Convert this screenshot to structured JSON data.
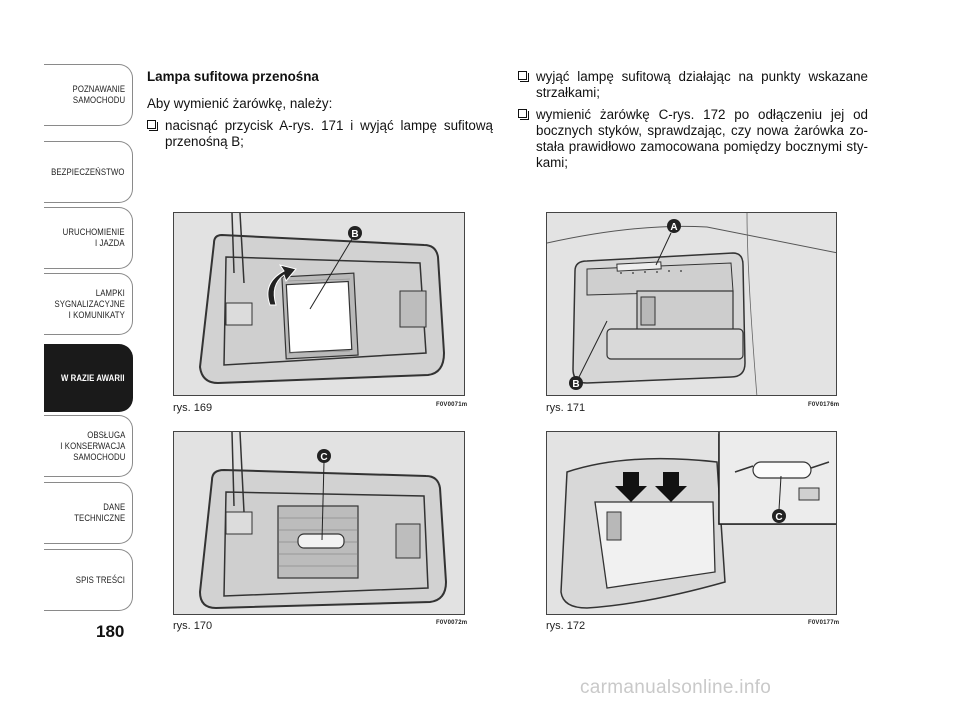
{
  "sidebar": {
    "tabs": [
      {
        "label": "POZNAWANIE\nSAMOCHODU",
        "active": false
      },
      {
        "label": "BEZPIECZEŃSTWO",
        "active": false
      },
      {
        "label": "URUCHOMIENIE\nI JAZDA",
        "active": false
      },
      {
        "label": "LAMPKI\nSYGNALIZACYJNE\nI KOMUNIKATY",
        "active": false
      },
      {
        "label": "W RAZIE AWARII",
        "active": true
      },
      {
        "label": "OBSŁUGA\nI KONSERWACJA\nSAMOCHODU",
        "active": false
      },
      {
        "label": "DANE\nTECHNICZNE",
        "active": false
      },
      {
        "label": "SPIS TREŚCI",
        "active": false
      }
    ]
  },
  "page_number": "180",
  "content": {
    "heading": "Lampa sufitowa przenośna",
    "intro": "Aby wymienić żarówkę, należy:",
    "bullets": [
      "nacisnąć przycisk A-rys. 171 i wyjąć lampę sufitową przenośną B;",
      "wyjąć lampę sufitową działając na punkty wskazane strzałkami;",
      "wymienić żarówkę C-rys. 172 po odłączeniu jej od bocznych styków, sprawdzając, czy nowa żarówka zo-stała prawidłowo zamocowana pomiędzy bocznymi sty-kami;"
    ]
  },
  "figures": [
    {
      "caption": "rys. 169",
      "code": "F0V0071m",
      "callouts": [
        "B"
      ]
    },
    {
      "caption": "rys. 170",
      "code": "F0V0072m",
      "callouts": [
        "C"
      ]
    },
    {
      "caption": "rys. 171",
      "code": "F0V0176m",
      "callouts": [
        "A",
        "B"
      ]
    },
    {
      "caption": "rys. 172",
      "code": "F0V0177m",
      "callouts": [
        "C"
      ]
    }
  ],
  "watermark": "carmanualsonline.info"
}
